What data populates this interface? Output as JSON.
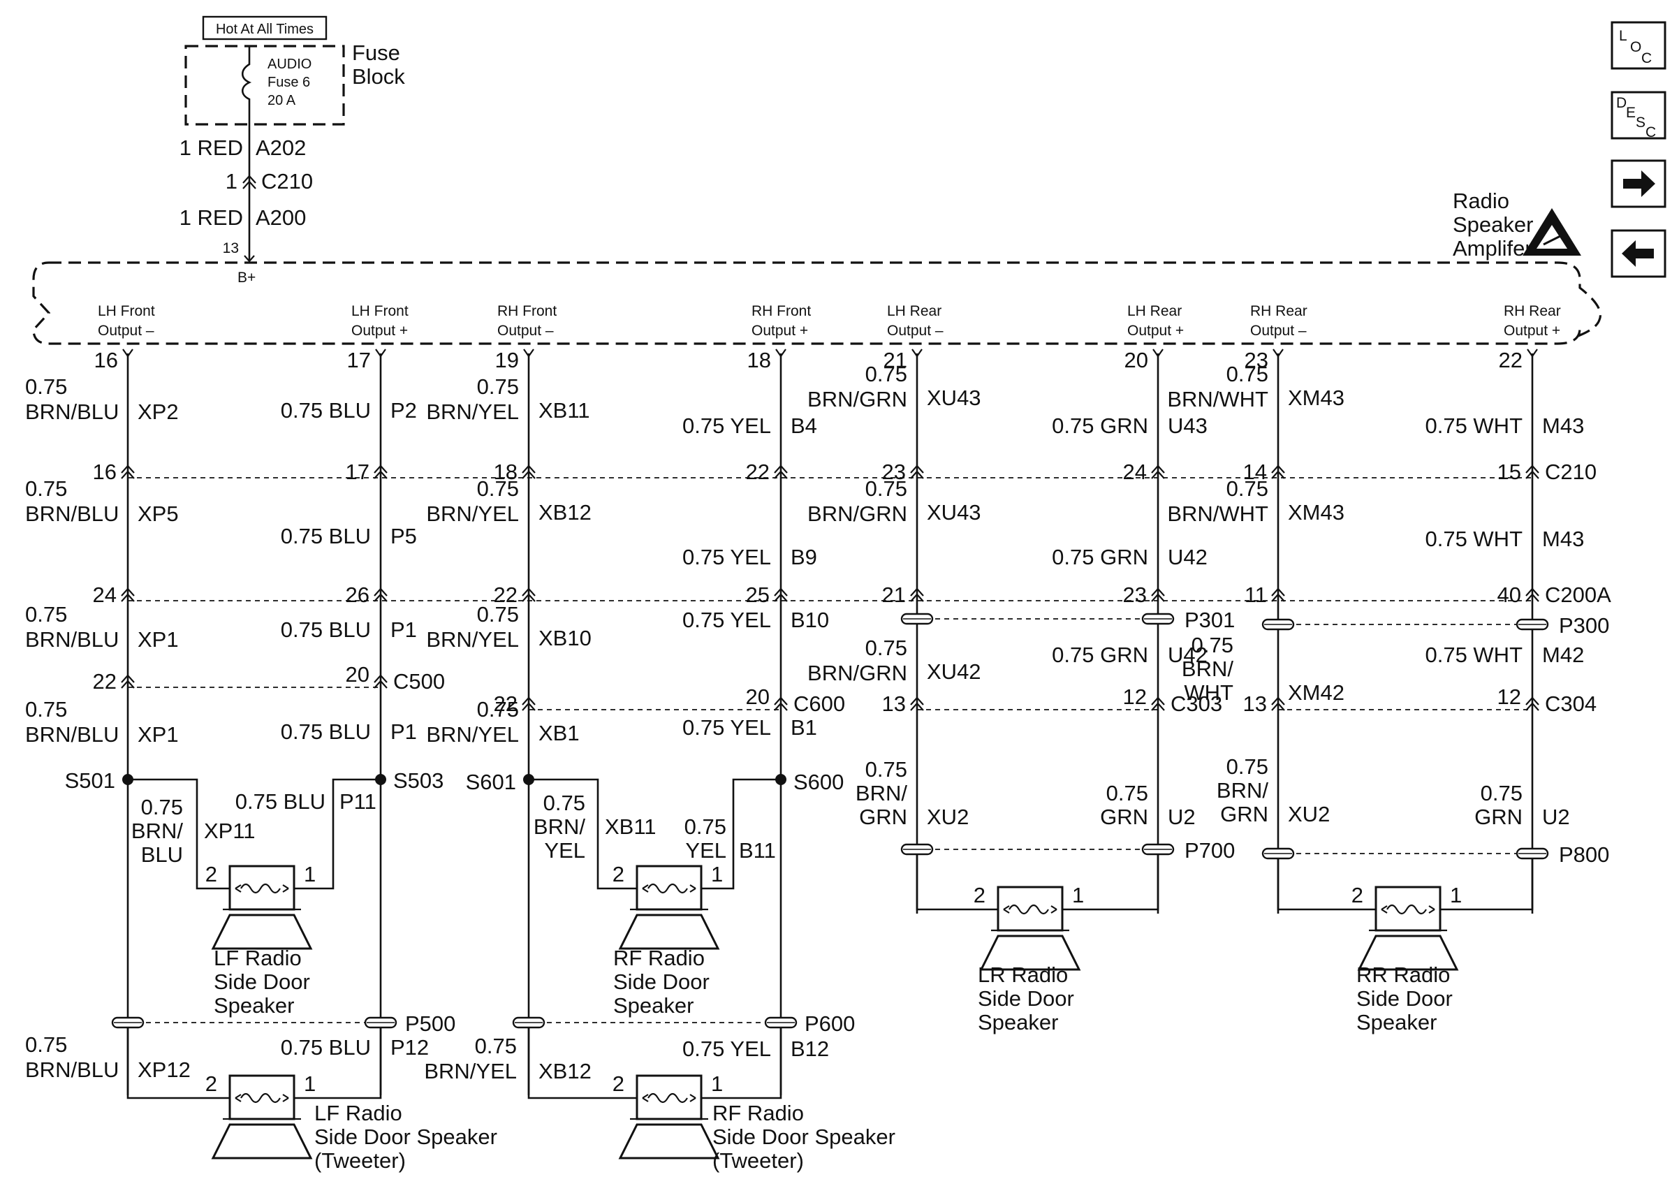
{
  "hot_label": "Hot At All Times",
  "fuse": {
    "name": "AUDIO",
    "number": "Fuse 6",
    "rating": "20 A"
  },
  "fuse_block": {
    "line1": "Fuse",
    "line2": "Block"
  },
  "feed": {
    "w1": "1 RED",
    "c1": "A202",
    "pin1": "1",
    "conn1": "C210",
    "w2": "1 RED",
    "c2": "A200",
    "pin2": "13",
    "bplus": "B+"
  },
  "amplifier": {
    "line1": "Radio",
    "line2": "Speaker",
    "line3": "Amplifer"
  },
  "outputs": [
    {
      "l1": "LH Front",
      "l2": "Output –"
    },
    {
      "l1": "LH Front",
      "l2": "Output +"
    },
    {
      "l1": "RH Front",
      "l2": "Output –"
    },
    {
      "l1": "RH Front",
      "l2": "Output +"
    },
    {
      "l1": "LH Rear",
      "l2": "Output –"
    },
    {
      "l1": "LH Rear",
      "l2": "Output +"
    },
    {
      "l1": "RH Rear",
      "l2": "Output –"
    },
    {
      "l1": "RH Rear",
      "l2": "Output +"
    }
  ],
  "amp_pins": [
    "16",
    "17",
    "19",
    "18",
    "21",
    "20",
    "23",
    "22"
  ],
  "seg1": [
    {
      "a": "0.75",
      "b": "BRN/BLU",
      "c": "XP2"
    },
    {
      "a": "0.75 BLU",
      "c": "P2"
    },
    {
      "a": "0.75",
      "b": "BRN/YEL",
      "c": "XB11"
    },
    {
      "a": "0.75 YEL",
      "c": "B4"
    },
    {
      "a": "0.75",
      "b": "BRN/GRN",
      "c": "XU43"
    },
    {
      "a": "0.75 GRN",
      "c": "U43"
    },
    {
      "a": "0.75",
      "b": "BRN/WHT",
      "c": "XM43"
    },
    {
      "a": "0.75 WHT",
      "c": "M43"
    }
  ],
  "c210_pins": [
    "16",
    "17",
    "18",
    "22",
    "23",
    "24",
    "14",
    "15"
  ],
  "c210_label": "C210",
  "seg2": [
    {
      "a": "0.75",
      "b": "BRN/BLU",
      "c": "XP5"
    },
    {
      "a": "0.75 BLU",
      "c": "P5"
    },
    {
      "a": "0.75",
      "b": "BRN/YEL",
      "c": "XB12"
    },
    {
      "a": "0.75 YEL",
      "c": "B9"
    },
    {
      "a": "0.75",
      "b": "BRN/GRN",
      "c": "XU43"
    },
    {
      "a": "0.75 GRN",
      "c": "U42"
    },
    {
      "a": "0.75",
      "b": "BRN/WHT",
      "c": "XM43"
    },
    {
      "a": "0.75 WHT",
      "c": "M43"
    }
  ],
  "c200a_pins": [
    "24",
    "26",
    "22",
    "25",
    "21",
    "23",
    "11",
    "40"
  ],
  "c200a_label": "C200A",
  "p301_label": "P301",
  "p300_label": "P300",
  "seg3": [
    {
      "a": "0.75",
      "b": "BRN/BLU",
      "c": "XP1"
    },
    {
      "a": "0.75 BLU",
      "c": "P1"
    },
    {
      "a": "0.75",
      "b": "BRN/YEL",
      "c": "XB10"
    },
    {
      "a": "0.75 YEL",
      "c": "B10"
    },
    {
      "a": "0.75",
      "b": "BRN/GRN",
      "c": "XU42"
    },
    {
      "a": "0.75 GRN",
      "c": "U42"
    },
    {
      "a": "0.75",
      "b": "BRN/",
      "b2": "WHT",
      "c": "XM42"
    },
    {
      "a": "0.75 WHT",
      "c": "M42"
    }
  ],
  "c500": {
    "pin_a": "22",
    "pin_b": "20",
    "label": "C500"
  },
  "c600": {
    "pin_a": "22",
    "pin_b": "20",
    "label": "C600"
  },
  "c303": {
    "pin_a": "13",
    "pin_b": "12",
    "label": "C303"
  },
  "c304": {
    "pin_a": "13",
    "pin_b": "12",
    "label": "C304"
  },
  "seg4": [
    {
      "a": "0.75",
      "b": "BRN/BLU",
      "c": "XP1"
    },
    {
      "a": "0.75 BLU",
      "c": "P1"
    },
    {
      "a": "0.75",
      "b": "BRN/YEL",
      "c": "XB1"
    },
    {
      "a": "0.75 YEL",
      "c": "B1"
    }
  ],
  "splices": [
    "S501",
    "S503",
    "S601",
    "S600"
  ],
  "branch": [
    {
      "a": "0.75",
      "b": "BRN/",
      "b2": "BLU",
      "c": "XP11"
    },
    {
      "a": "0.75 BLU",
      "c": "P11"
    },
    {
      "a": "0.75",
      "b": "BRN/",
      "b2": "YEL",
      "c": "XB11"
    },
    {
      "a": "0.75",
      "b": "YEL",
      "c": "B11"
    }
  ],
  "rear_wires": [
    {
      "a": "0.75",
      "b": "BRN/",
      "b2": "GRN",
      "c": "XU2"
    },
    {
      "a": "0.75",
      "b": "GRN",
      "c": "U2"
    },
    {
      "a": "0.75",
      "b": "BRN/",
      "b2": "GRN",
      "c": "XU2"
    },
    {
      "a": "0.75",
      "b": "GRN",
      "c": "U2"
    }
  ],
  "p700_label": "P700",
  "p800_label": "P800",
  "p500_label": "P500",
  "p600_label": "P600",
  "seg5": [
    {
      "a": "0.75",
      "b": "BRN/BLU",
      "c": "XP12"
    },
    {
      "a": "0.75 BLU",
      "c": "P12"
    },
    {
      "a": "0.75",
      "b": "BRN/YEL",
      "c": "XB12"
    },
    {
      "a": "0.75 YEL",
      "c": "B12"
    }
  ],
  "speaker_pins": {
    "neg": "2",
    "pos": "1"
  },
  "speakers": [
    {
      "l1": "LF Radio",
      "l2": "Side Door",
      "l3": "Speaker"
    },
    {
      "l1": "RF Radio",
      "l2": "Side Door",
      "l3": "Speaker"
    },
    {
      "l1": "LR Radio",
      "l2": "Side Door",
      "l3": "Speaker"
    },
    {
      "l1": "RR Radio",
      "l2": "Side Door",
      "l3": "Speaker"
    },
    {
      "l1": "LF Radio",
      "l2": "Side Door Speaker",
      "l3": "(Tweeter)"
    },
    {
      "l1": "RF Radio",
      "l2": "Side Door Speaker",
      "l3": "(Tweeter)"
    }
  ],
  "nav": {
    "loc": {
      "a": "L",
      "b": "O",
      "c": "C"
    },
    "desc": {
      "a": "D",
      "b": "E",
      "c": "S",
      "d": "C"
    },
    "next_icon": "arrow-right-icon",
    "prev_icon": "arrow-left-icon"
  }
}
